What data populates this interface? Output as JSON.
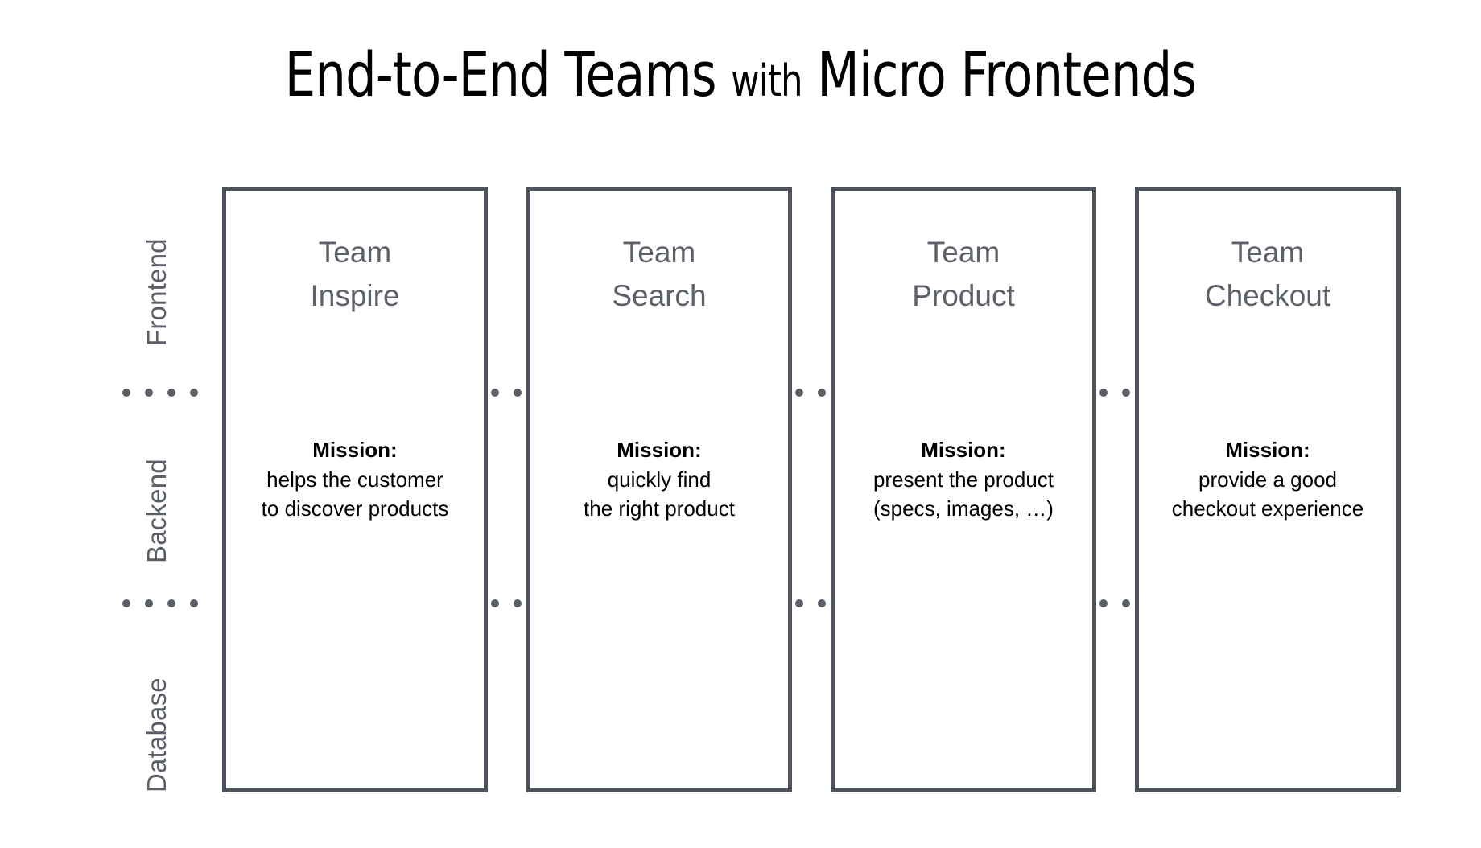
{
  "title": {
    "part1": "End-to-End Teams",
    "part2": "with",
    "part3": "Micro Frontends"
  },
  "layers": [
    {
      "label": "Frontend"
    },
    {
      "label": "Backend"
    },
    {
      "label": "Database"
    }
  ],
  "colors": {
    "border": "#4e525c",
    "card_title": "#5c6069",
    "layer_label": "#5a5e67",
    "dot": "#5a5e67",
    "background": "#ffffff",
    "mission_text": "#000000"
  },
  "mission_heading": "Mission:",
  "teams": [
    {
      "title_line1": "Team",
      "title_line2": "Inspire",
      "mission_heading": "Mission:",
      "mission_line1": "helps the customer",
      "mission_line2": "to discover products"
    },
    {
      "title_line1": "Team",
      "title_line2": "Search",
      "mission_heading": "Mission:",
      "mission_line1": "quickly find",
      "mission_line2": "the right product"
    },
    {
      "title_line1": "Team",
      "title_line2": "Product",
      "mission_heading": "Mission:",
      "mission_line1": "present the product",
      "mission_line2": "(specs, images, …)"
    },
    {
      "title_line1": "Team",
      "title_line2": "Checkout",
      "mission_heading": "Mission:",
      "mission_line1": "provide a good",
      "mission_line2": "checkout experience"
    }
  ]
}
